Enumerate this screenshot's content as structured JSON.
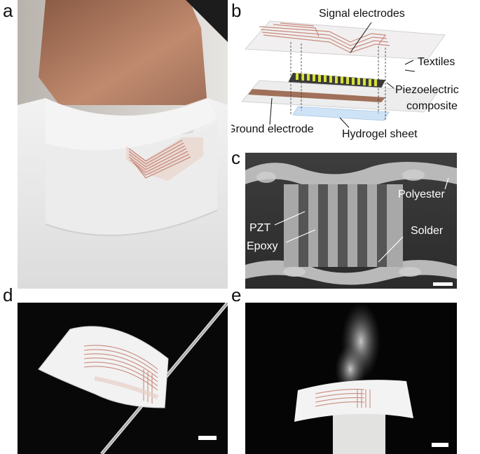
{
  "panels": {
    "a": {
      "letter": "a"
    },
    "b": {
      "letter": "b",
      "labels": {
        "signal_electrodes": "Signal electrodes",
        "textiles": "Textiles",
        "piezoelectric": "Piezoelectric",
        "composite": "composite",
        "ground_electrode": "Ground electrode",
        "hydrogel_sheet": "Hydrogel sheet"
      }
    },
    "c": {
      "letter": "c",
      "labels": {
        "polyester": "Polyester",
        "pzt": "PZT",
        "epoxy": "Epoxy",
        "solder": "Solder"
      }
    },
    "d": {
      "letter": "d"
    },
    "e": {
      "letter": "e"
    }
  },
  "colors": {
    "electrode": "#c98b7e",
    "ground_electrode": "#a0705a",
    "piezo_yellow": "#d6e03a",
    "hydrogel": "#cfe3f6",
    "photo_dark": "#0a0a0a",
    "sem_gray": "#7d7d7d"
  }
}
